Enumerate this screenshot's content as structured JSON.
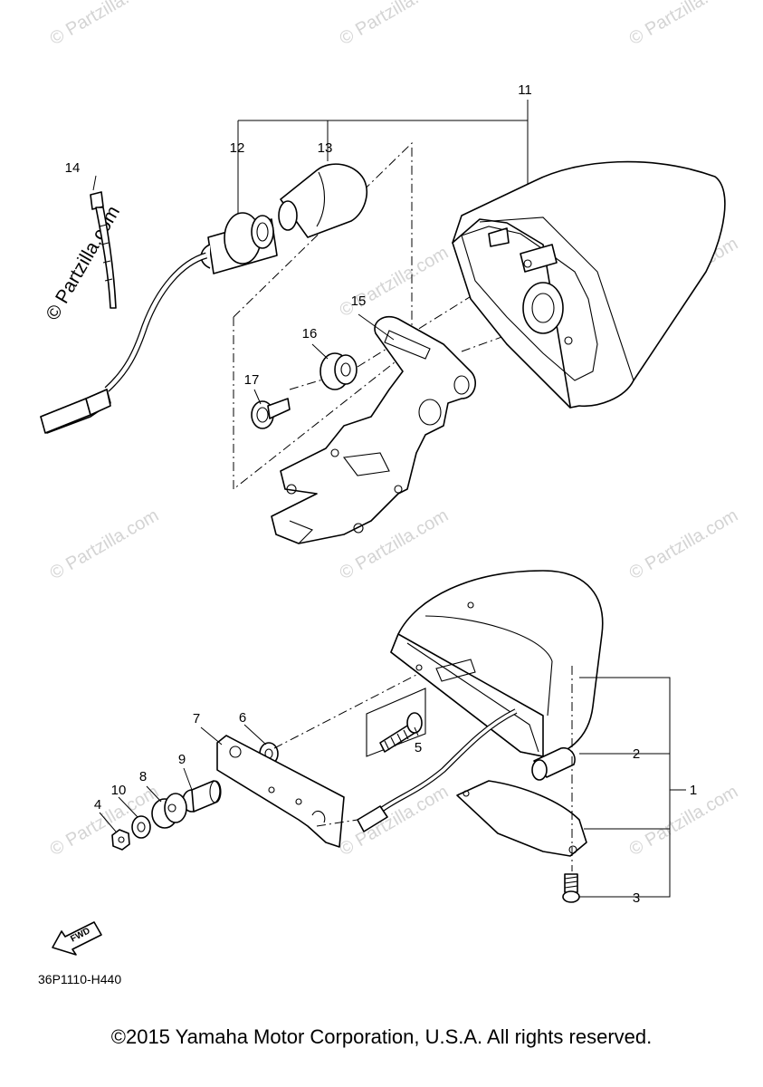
{
  "watermark": "© Partzilla.com",
  "diagram_code": "36P1110-H440",
  "copyright": "©2015 Yamaha Motor Corporation, U.S.A. All rights reserved.",
  "fwd_badge": "FWD",
  "callouts": {
    "p1": "1",
    "p2": "2",
    "p3": "3",
    "p4": "4",
    "p5": "5",
    "p6": "6",
    "p7": "7",
    "p8": "8",
    "p9": "9",
    "p10": "10",
    "p11": "11",
    "p12": "12",
    "p13": "13",
    "p14": "14",
    "p15": "15",
    "p16": "16",
    "p17": "17"
  }
}
